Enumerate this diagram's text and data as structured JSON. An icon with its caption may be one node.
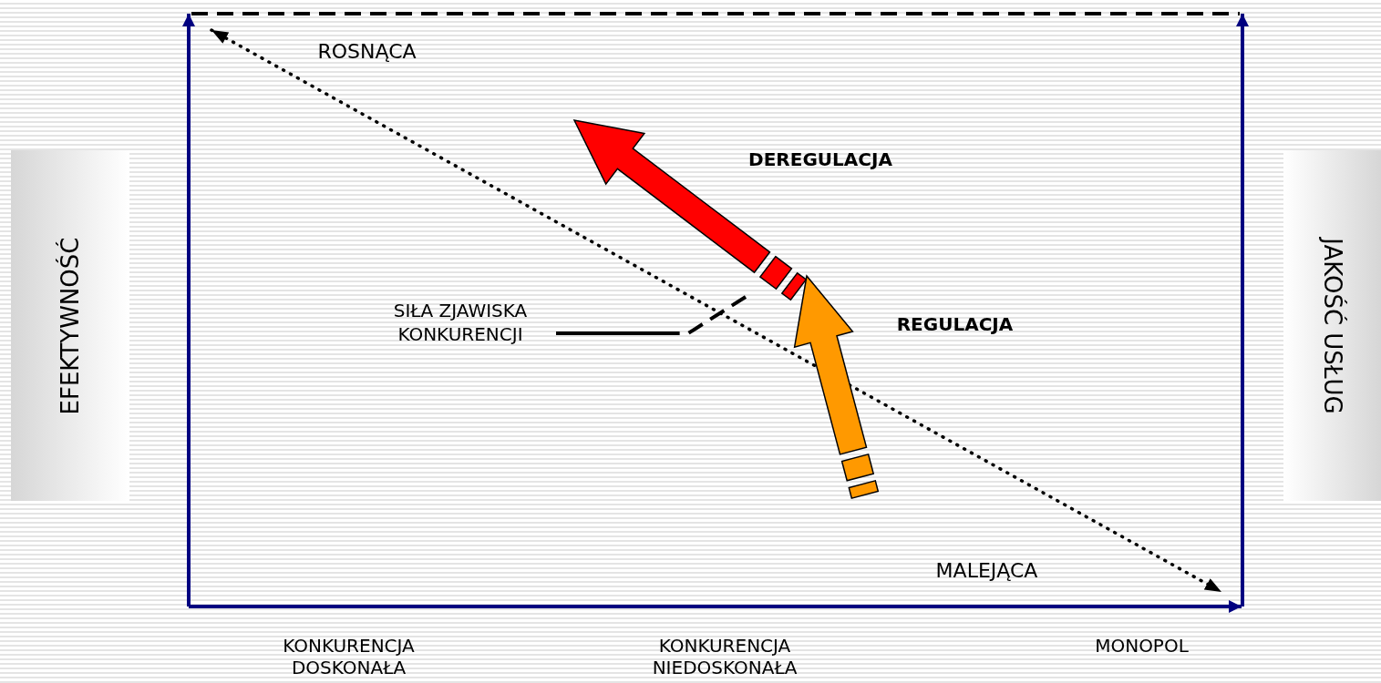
{
  "diagram": {
    "nodes": [
      {
        "text": [
          "EFEKTYWNOŚĆ"
        ]
      },
      {
        "text": [
          "JAKOŚĆ USŁUG"
        ]
      },
      {
        "text": [
          "SIŁA ZJAWISKA KONKURENCJI"
        ]
      }
    ],
    "edges": [
      {
        "from": null,
        "to": 2,
        "arrow": "none",
        "style": "dashed"
      }
    ],
    "labels": [
      "ROSNĄCA",
      "DEREGULACJA",
      "REGULACJA",
      "MALEJĄCA",
      "KONKURENCJA DOSKONAŁA",
      "KONKURENCJA NIEDOSKONAŁA",
      "MONOPOL"
    ]
  }
}
